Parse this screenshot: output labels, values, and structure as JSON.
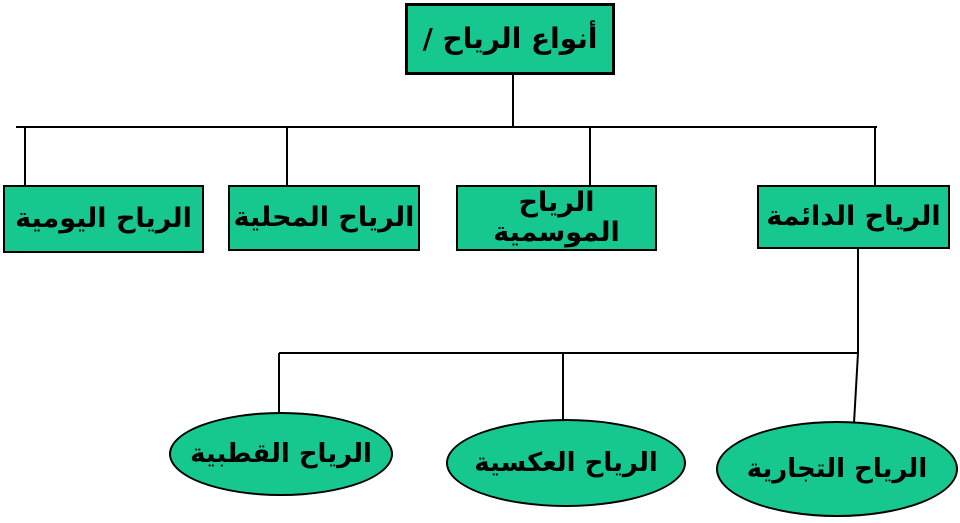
{
  "diagram": {
    "root": {
      "label": "أنواع الرياح /"
    },
    "level1": [
      {
        "label": "الرياح اليومية"
      },
      {
        "label": "الرياح المحلية"
      },
      {
        "label": "الرياح الموسمية"
      },
      {
        "label": "الرياح الدائمة"
      }
    ],
    "level2": [
      {
        "label": "الرياح القطبية"
      },
      {
        "label": "الرياح العكسية"
      },
      {
        "label": "الرياح التجارية"
      }
    ],
    "colors": {
      "node_fill": "#17C790",
      "node_border": "#000000",
      "connector": "#000000",
      "text": "#000000",
      "background": "#FFFFFF"
    }
  }
}
